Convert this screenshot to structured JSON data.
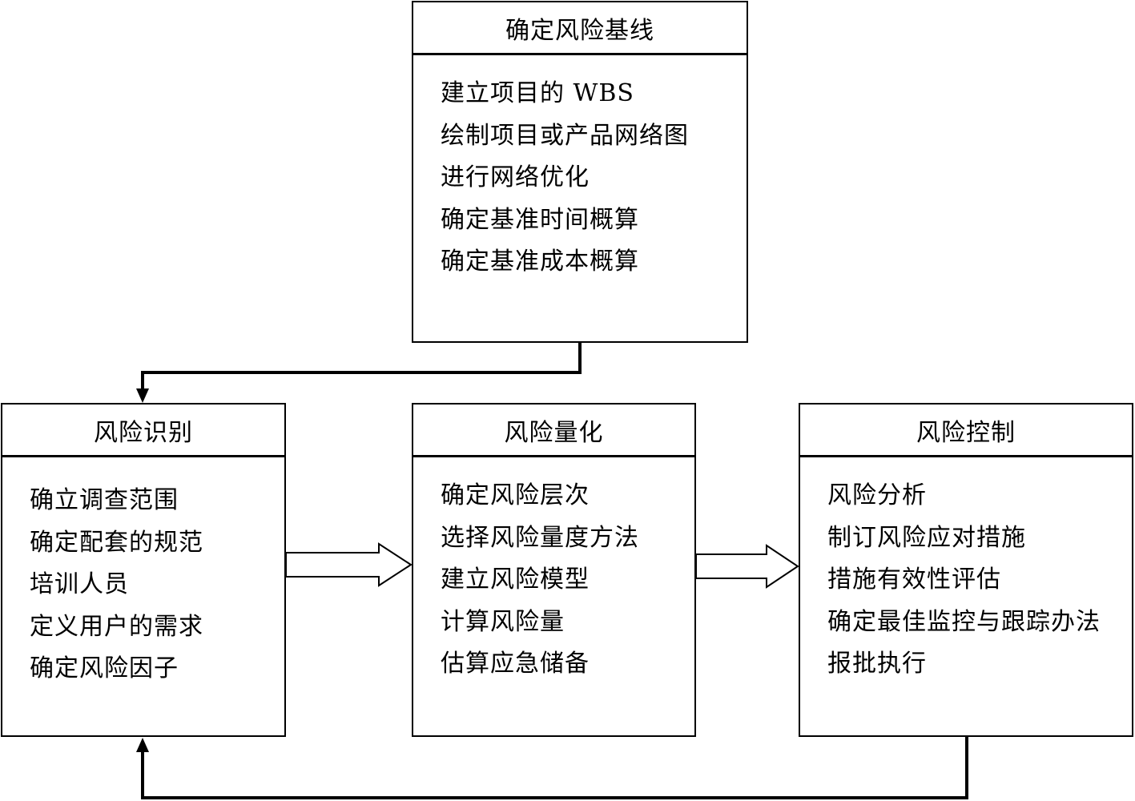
{
  "boxes": {
    "baseline": {
      "title": "确定风险基线",
      "items": [
        "建立项目的 WBS",
        "绘制项目或产品网络图",
        "进行网络优化",
        "确定基准时间概算",
        "确定基准成本概算"
      ]
    },
    "identify": {
      "title": "风险识别",
      "items": [
        "确立调查范围",
        "确定配套的规范",
        "培训人员",
        "定义用户的需求",
        "确定风险因子"
      ]
    },
    "quantify": {
      "title": "风险量化",
      "items": [
        "确定风险层次",
        "选择风险量度方法",
        "建立风险模型",
        "计算风险量",
        " 估算应急储备"
      ]
    },
    "control": {
      "title": "风险控制",
      "items": [
        "风险分析",
        "制订风险应对措施",
        "措施有效性评估",
        "确定最佳监控与跟踪办法",
        " 报批执行"
      ]
    }
  },
  "colors": {
    "line": "#000000",
    "background": "#ffffff"
  }
}
